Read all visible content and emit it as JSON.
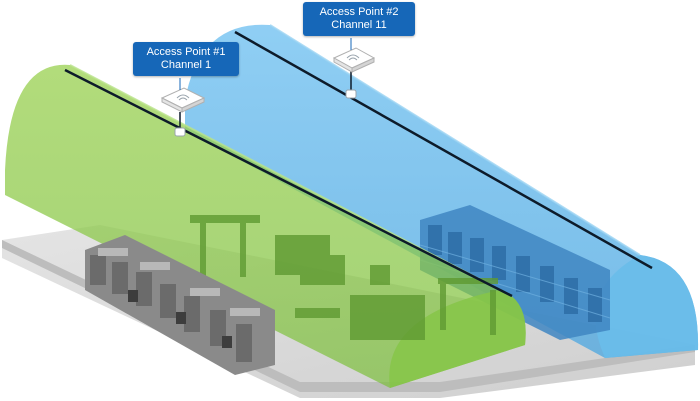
{
  "access_points": [
    {
      "label": "Access Point #1",
      "channel": "Channel 1",
      "coverage_color": "#8cc63f"
    },
    {
      "label": "Access Point #2",
      "channel": "Channel 11",
      "coverage_color": "#5ab4e8"
    }
  ],
  "colors": {
    "callout_background": "#1667b8",
    "callout_text": "#ffffff",
    "floor": "#d9d9d9",
    "cable": "#0d1b2a"
  },
  "icons": [
    "wifi-access-point-icon",
    "cable-connector-icon"
  ]
}
